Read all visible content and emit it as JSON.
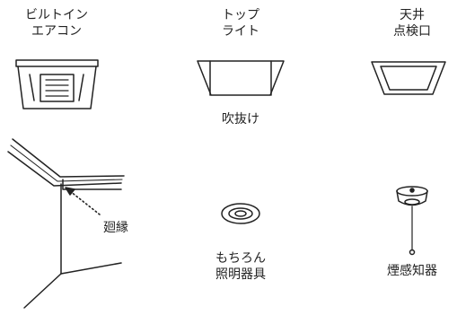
{
  "items": {
    "builtin_ac": {
      "line1": "ビルトイン",
      "line2": "エアコン"
    },
    "top_light": {
      "line1": "トップ",
      "line2": "ライト"
    },
    "ceiling_hatch": {
      "line1": "天井",
      "line2": "点検口"
    },
    "fukinuke": {
      "label": "吹抜け"
    },
    "mawaribuchi": {
      "label": "廻縁"
    },
    "light_fixture": {
      "line1": "もちろん",
      "line2": "照明器具"
    },
    "smoke_detector": {
      "label": "煙感知器"
    }
  },
  "colors": {
    "stroke": "#222222",
    "background": "#ffffff"
  }
}
